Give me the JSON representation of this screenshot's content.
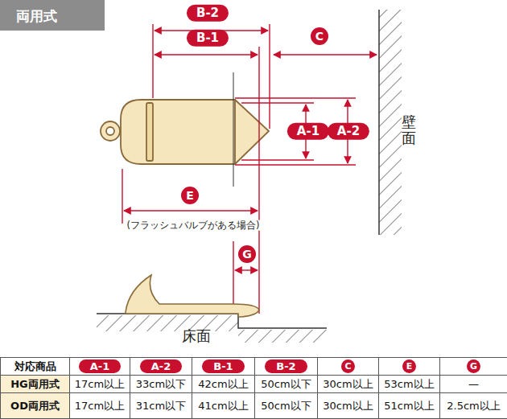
{
  "diagram": {
    "title": "両用式",
    "labels": [
      "B-2",
      "B-1",
      "C",
      "壁面",
      "A-1",
      "A-2",
      "E",
      "(フラッシュバルブがある場合)",
      "G",
      "床面",
      "対応商品",
      "A-1",
      "A-2",
      "B-1",
      "B-2",
      "C",
      "E",
      "G",
      "HG両用式",
      "17cm以上",
      "33cm以下",
      "42cm以上",
      "50cm以下",
      "30cm以上",
      "53cm以上",
      "—",
      "OD両用式",
      "17cm以上",
      "31cm以下",
      "41cm以上",
      "50cm以下",
      "30cm以上",
      "51cm以上",
      "2.5cm以上"
    ]
  }
}
